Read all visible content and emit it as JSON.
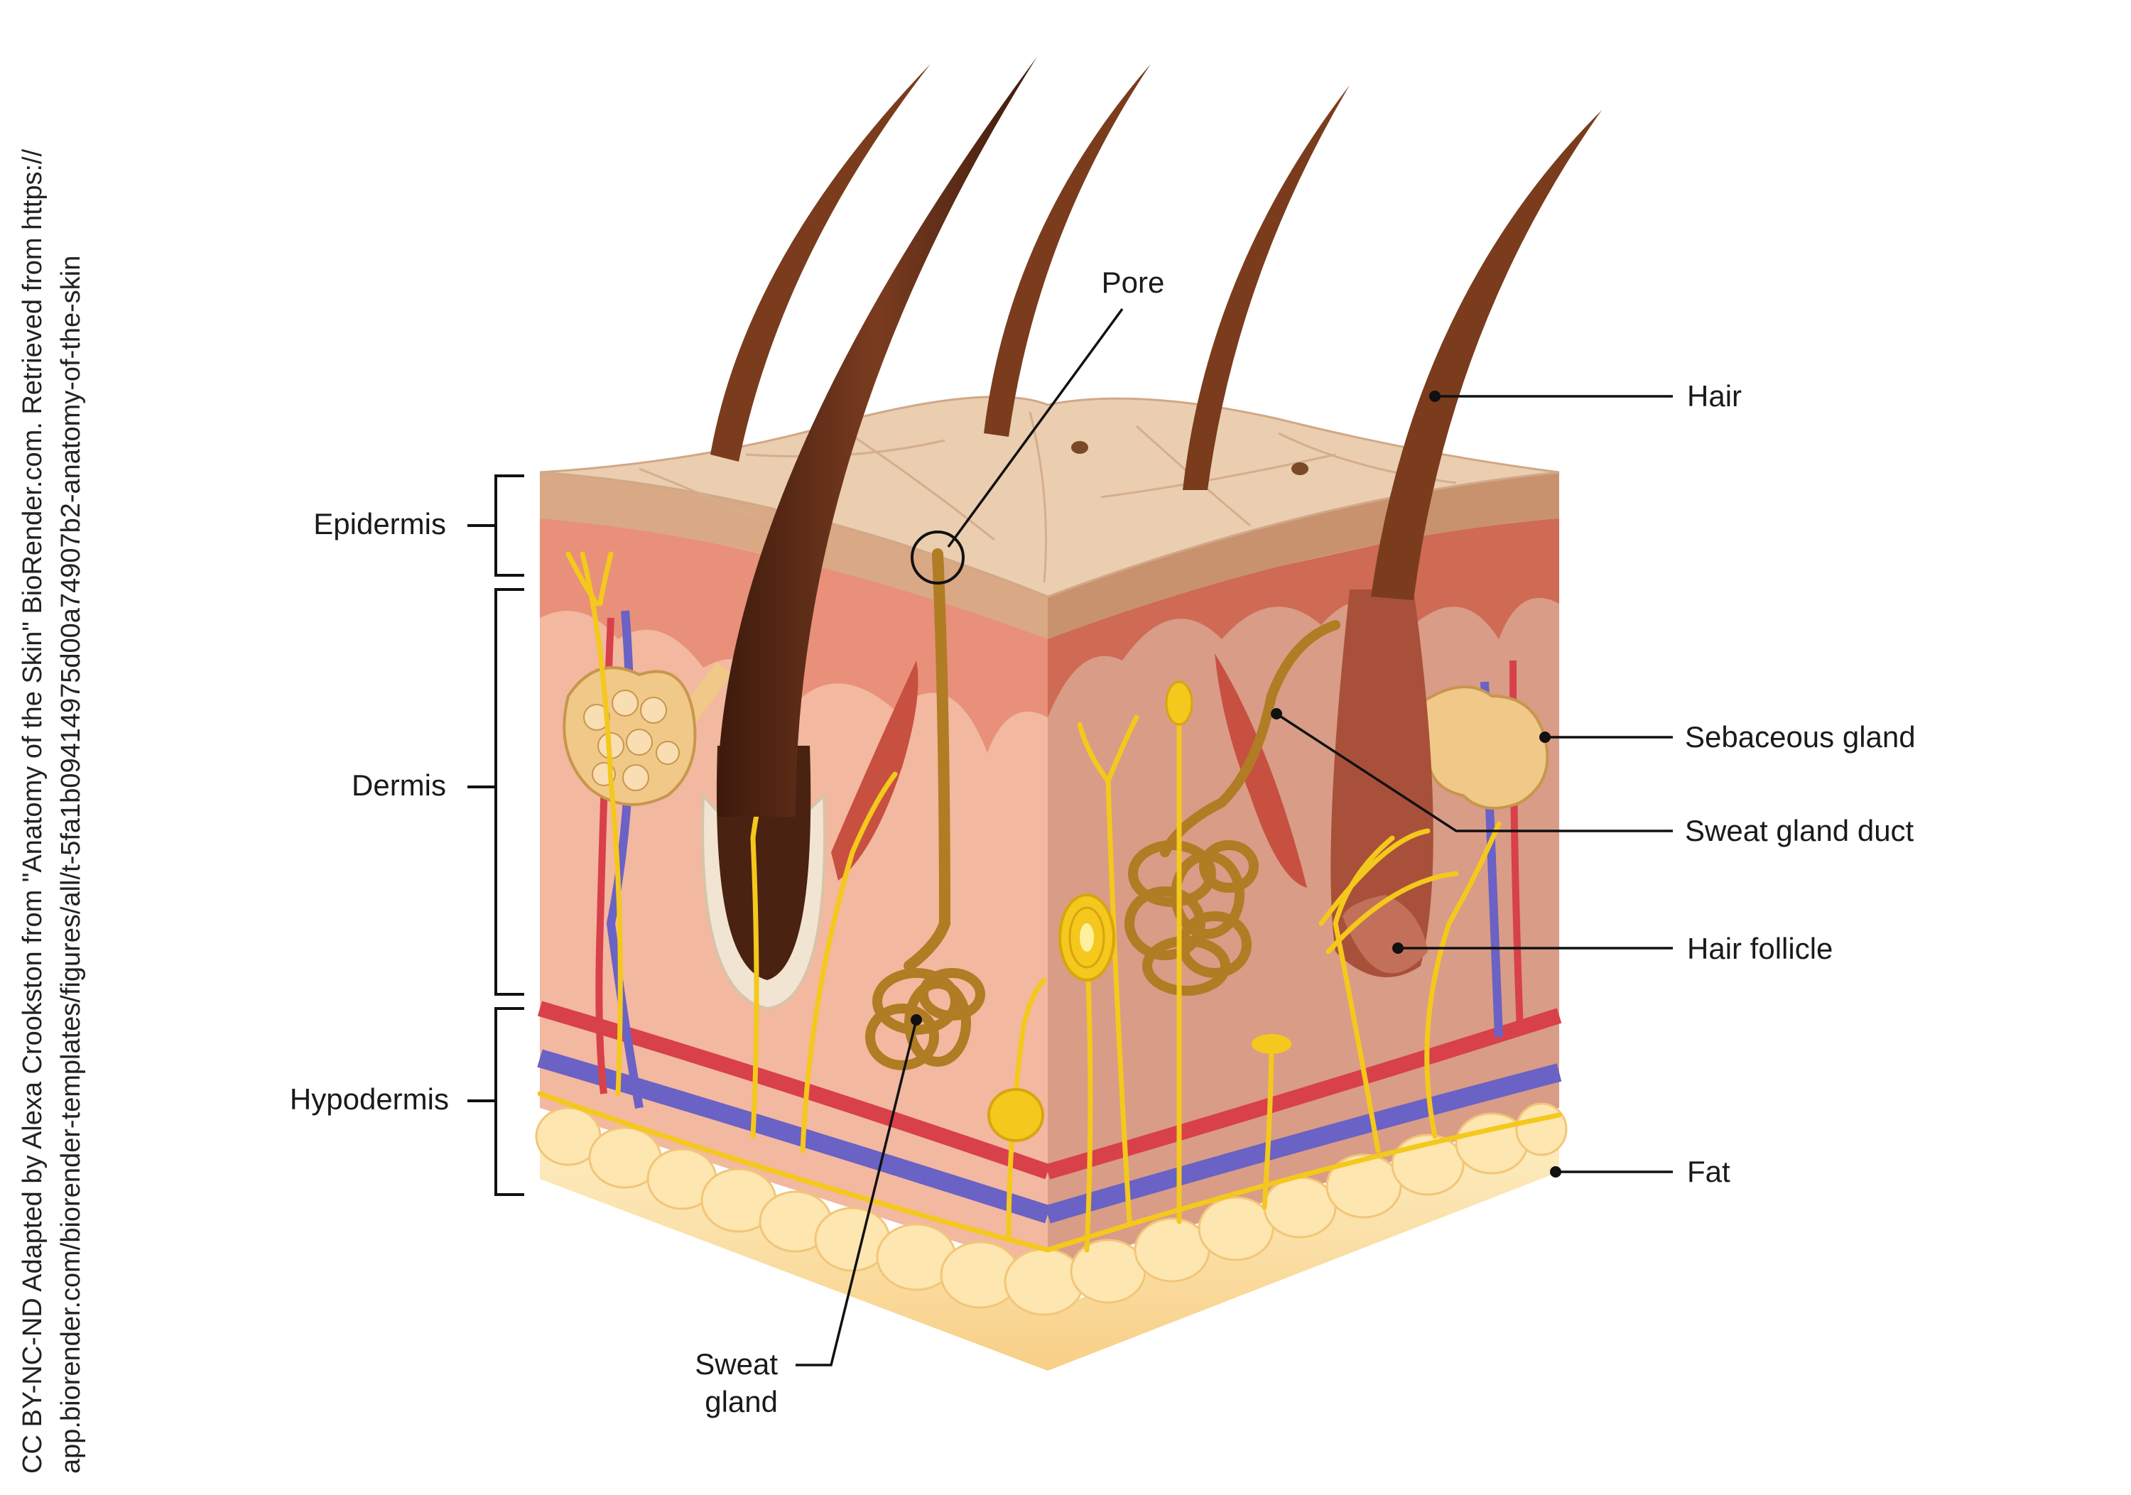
{
  "credit": {
    "line1": "CC BY-NC-ND Adapted by Alexa Crookston from \"Anatomy of the Skin\" BioRender.com. Retrieved from https://",
    "line2": "app.biorender.com/biorender-templates/figures/all/t-5fa1b09414975d00a74907b2-anatomy-of-the-skin"
  },
  "layers": {
    "epidermis": "Epidermis",
    "dermis": "Dermis",
    "hypodermis": "Hypodermis"
  },
  "labels": {
    "pore": "Pore",
    "hair": "Hair",
    "sebaceous_gland": "Sebaceous gland",
    "sweat_gland_duct": "Sweat gland duct",
    "hair_follicle": "Hair follicle",
    "fat": "Fat",
    "sweat_gland_line1": "Sweat",
    "sweat_gland_line2": "gland"
  },
  "colors": {
    "epidermis_top": "#e8c8a8",
    "epidermis_side": "#d4a07c",
    "dermis_front": "#f2b8a0",
    "dermis_right": "#d89c86",
    "hypodermis": "#e8a890",
    "fat": "#fde3a8",
    "hair": "#5a2c18",
    "nerve": "#f4c81c",
    "artery": "#d8404a",
    "vein": "#6a62c4",
    "sweat_gland": "#b07c24",
    "sebaceous": "#f0c888"
  }
}
